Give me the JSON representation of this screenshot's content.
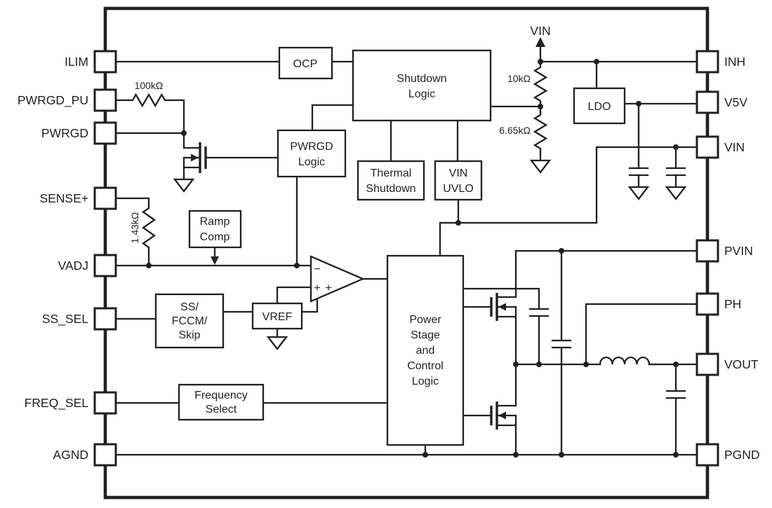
{
  "diagram_type": "functional-block-diagram",
  "colors": {
    "ink": "#231f20",
    "background": "#ffffff"
  },
  "pins": {
    "left": [
      {
        "label": "ILIM"
      },
      {
        "label": "PWRGD_PU"
      },
      {
        "label": "PWRGD"
      },
      {
        "label": "SENSE+"
      },
      {
        "label": "VADJ"
      },
      {
        "label": "SS_SEL"
      },
      {
        "label": "FREQ_SEL"
      },
      {
        "label": "AGND"
      }
    ],
    "right": [
      {
        "label": "INH"
      },
      {
        "label": "V5V"
      },
      {
        "label": "VIN"
      },
      {
        "label": "PVIN"
      },
      {
        "label": "PH"
      },
      {
        "label": "VOUT"
      },
      {
        "label": "PGND"
      }
    ]
  },
  "blocks": {
    "ocp": {
      "lines": [
        "OCP"
      ]
    },
    "shutdown_logic": {
      "lines": [
        "Shutdown",
        "Logic"
      ]
    },
    "pwrgd_logic": {
      "lines": [
        "PWRGD",
        "Logic"
      ]
    },
    "thermal_shutdown": {
      "lines": [
        "Thermal",
        "Shutdown"
      ]
    },
    "vin_uvlo": {
      "lines": [
        "VIN",
        "UVLO"
      ]
    },
    "ramp_comp": {
      "lines": [
        "Ramp",
        "Comp"
      ]
    },
    "ss_fccm_skip": {
      "lines": [
        "SS/",
        "FCCM/",
        "Skip"
      ]
    },
    "vref": {
      "lines": [
        "VREF"
      ]
    },
    "frequency_select": {
      "lines": [
        "Frequency",
        "Select"
      ]
    },
    "power_stage": {
      "lines": [
        "Power",
        "Stage",
        "and",
        "Control",
        "Logic"
      ]
    },
    "ldo": {
      "lines": [
        "LDO"
      ]
    }
  },
  "labels": {
    "vin_net": "VIN",
    "r_top": "10kΩ",
    "r_bottom": "6.65kΩ",
    "r_pullup": "100kΩ",
    "r_sense": "1.43kΩ",
    "amp_minus": "−",
    "amp_plus_a": "+",
    "amp_plus_b": "+"
  }
}
